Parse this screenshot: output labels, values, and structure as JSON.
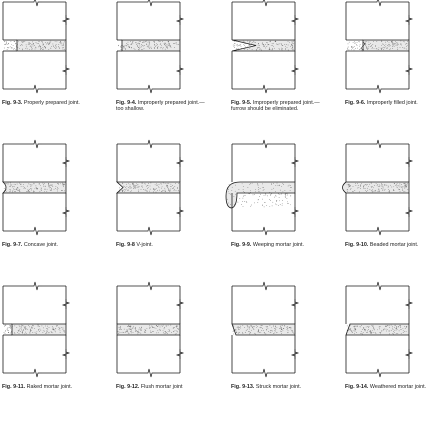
{
  "figures": [
    {
      "id": "fig-9-3",
      "number": "Fig. 9-3.",
      "caption": "Properly prepared joint.",
      "joint": "prepared"
    },
    {
      "id": "fig-9-4",
      "number": "Fig. 9-4.",
      "caption": "Improperly prepared joint.—too shallow.",
      "joint": "shallow"
    },
    {
      "id": "fig-9-5",
      "number": "Fig. 9-5.",
      "caption": "Improperly prepared joint.—furrow should be eliminated.",
      "joint": "furrow"
    },
    {
      "id": "fig-9-6",
      "number": "Fig. 9-6.",
      "caption": "Improperly filled joint.",
      "joint": "improperly-filled"
    },
    {
      "id": "fig-9-7",
      "number": "Fig. 9-7.",
      "caption": "Concave joint.",
      "joint": "concave"
    },
    {
      "id": "fig-9-8",
      "number": "Fig. 9-8",
      "caption": "V-joint.",
      "joint": "v-joint"
    },
    {
      "id": "fig-9-9",
      "number": "Fig. 9-9.",
      "caption": "Weeping mortar joint.",
      "joint": "weeping"
    },
    {
      "id": "fig-9-10",
      "number": "Fig. 9-10.",
      "caption": "Beaded mortar joint.",
      "joint": "beaded"
    },
    {
      "id": "fig-9-11",
      "number": "Fig. 9-11.",
      "caption": "Raked mortar joint.",
      "joint": "raked"
    },
    {
      "id": "fig-9-12",
      "number": "Fig. 9-12.",
      "caption": "Flush mortar joint",
      "joint": "flush"
    },
    {
      "id": "fig-9-13",
      "number": "Fig. 9-13.",
      "caption": "Struck mortar joint.",
      "joint": "struck"
    },
    {
      "id": "fig-9-14",
      "number": "Fig. 9-14.",
      "caption": "Weathered mortar joint.",
      "joint": "weathered"
    }
  ],
  "colors": {
    "line": "#1a1a1a",
    "mortar_fill": "#e9e9e9",
    "stipple": "#555555"
  }
}
